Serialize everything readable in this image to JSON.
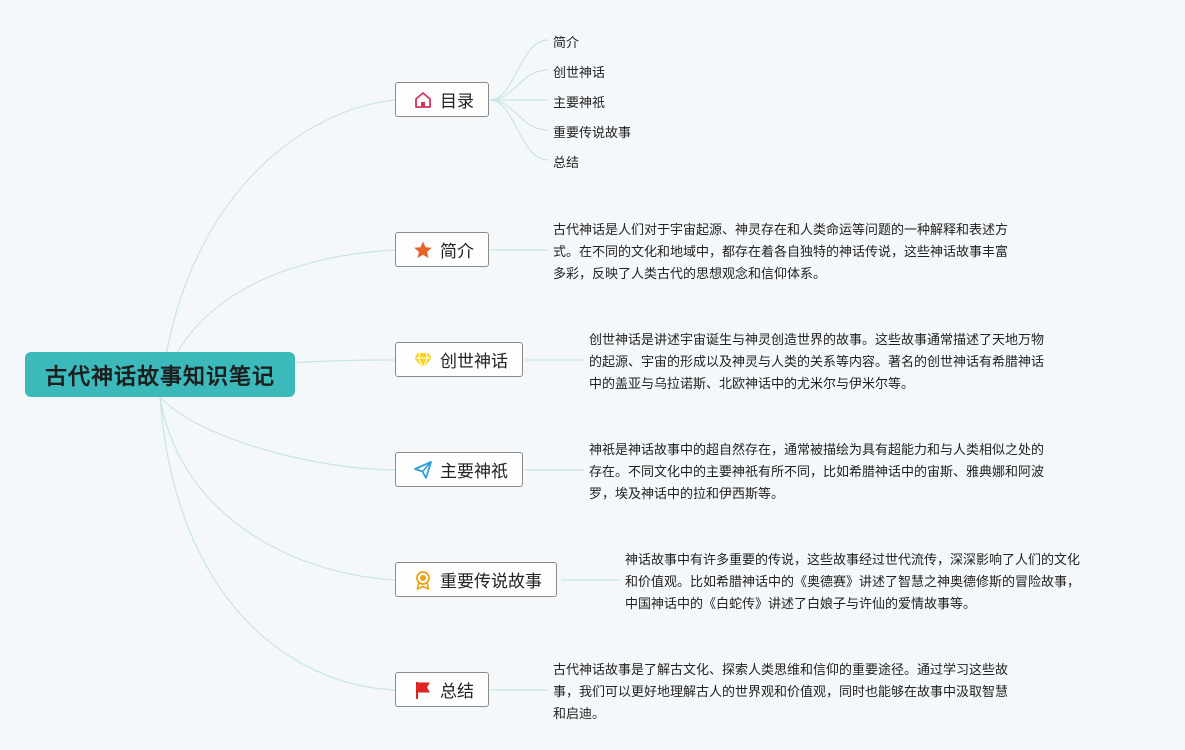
{
  "root": {
    "title": "古代神话故事知识笔记"
  },
  "branches": {
    "toc": {
      "label": "目录",
      "icon": "home-icon",
      "items": [
        "简介",
        "创世神话",
        "主要神祇",
        "重要传说故事",
        "总结"
      ]
    },
    "intro": {
      "label": "简介",
      "icon": "star-icon",
      "lines": [
        "古代神话是人们对于宇宙起源、神灵存在和人类命运等问题的一种解释和表述方",
        "式。在不同的文化和地域中，都存在着各自独特的神话传说，这些神话故事丰富",
        "多彩，反映了人类古代的思想观念和信仰体系。"
      ]
    },
    "creation": {
      "label": "创世神话",
      "icon": "diamond-icon",
      "lines": [
        "创世神话是讲述宇宙诞生与神灵创造世界的故事。这些故事通常描述了天地万物",
        "的起源、宇宙的形成以及神灵与人类的关系等内容。著名的创世神话有希腊神话",
        "中的盖亚与乌拉诺斯、北欧神话中的尤米尔与伊米尔等。"
      ]
    },
    "deities": {
      "label": "主要神祇",
      "icon": "paper-plane-icon",
      "lines": [
        "神祇是神话故事中的超自然存在，通常被描绘为具有超能力和与人类相似之处的",
        "存在。不同文化中的主要神祇有所不同，比如希腊神话中的宙斯、雅典娜和阿波",
        "罗，埃及神话中的拉和伊西斯等。"
      ]
    },
    "legends": {
      "label": "重要传说故事",
      "icon": "award-icon",
      "lines": [
        "神话故事中有许多重要的传说，这些故事经过世代流传，深深影响了人们的文化",
        "和价值观。比如希腊神话中的《奥德赛》讲述了智慧之神奥德修斯的冒险故事，",
        "中国神话中的《白蛇传》讲述了白娘子与许仙的爱情故事等。"
      ]
    },
    "summary": {
      "label": "总结",
      "icon": "flag-icon",
      "lines": [
        "古代神话故事是了解古文化、探索人类思维和信仰的重要途径。通过学习这些故",
        "事，我们可以更好地理解古人的世界观和价值观，同时也能够在故事中汲取智慧",
        "和启迪。"
      ]
    }
  },
  "colors": {
    "root_fill": "#3bb9bb",
    "connector": "#c8e4e6",
    "background": "#f5f8fa"
  }
}
